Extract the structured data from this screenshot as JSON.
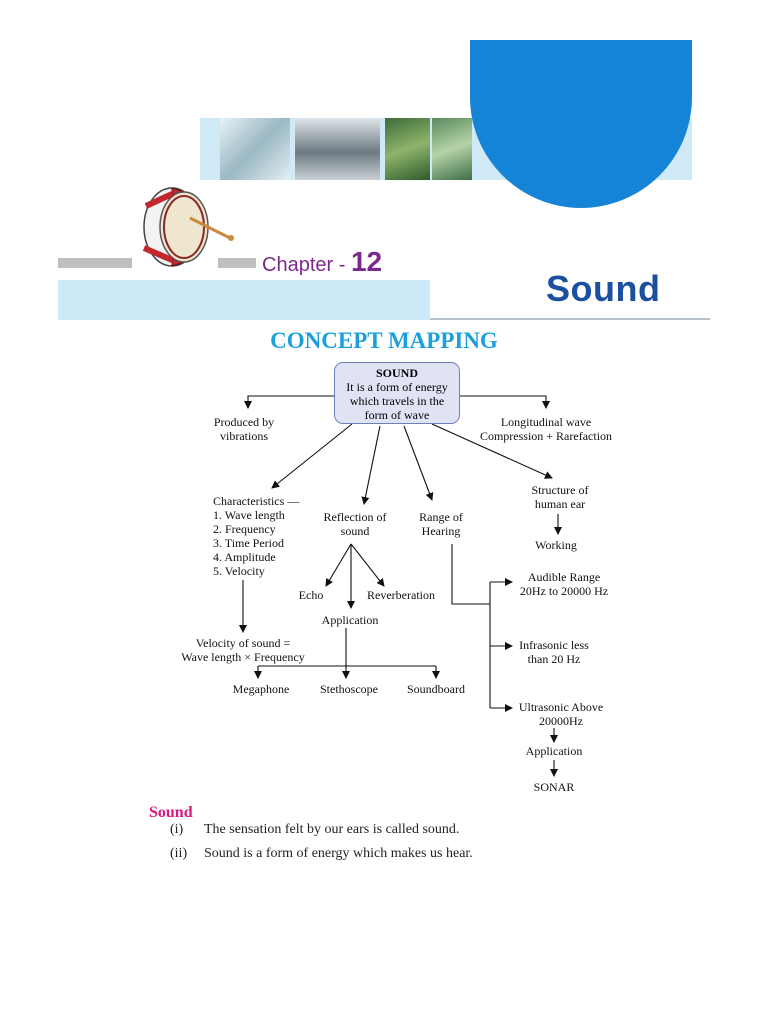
{
  "header": {
    "chapter_prefix": "Chapter -",
    "chapter_number": "12",
    "chapter_title": "Sound"
  },
  "concept_map": {
    "heading": "CONCEPT MAPPING",
    "root": {
      "title": "SOUND",
      "line1": "It is a form of energy",
      "line2": "which travels in the",
      "line3": "form of wave"
    },
    "produced": {
      "line1": "Produced by",
      "line2": "vibrations"
    },
    "longitudinal": {
      "line1": "Longitudinal wave",
      "line2": "Compression + Rarefaction"
    },
    "characteristics": {
      "title": "Characteristics —",
      "items": [
        "1. Wave length",
        "2. Frequency",
        "3. Time Period",
        "4. Amplitude",
        "5. Velocity"
      ]
    },
    "reflection": {
      "line1": "Reflection of",
      "line2": "sound"
    },
    "range": {
      "line1": "Range of",
      "line2": "Hearing"
    },
    "ear": {
      "line1": "Structure of",
      "line2": "human ear"
    },
    "working": "Working",
    "echo": "Echo",
    "reverberation": "Reverberation",
    "application1": "Application",
    "velocity_formula": {
      "line1": "Velocity of sound =",
      "line2": "Wave length × Frequency"
    },
    "applications": [
      "Megaphone",
      "Stethoscope",
      "Soundboard"
    ],
    "audible": {
      "line1": "Audible Range",
      "line2": "20Hz to 20000 Hz"
    },
    "infrasonic": {
      "line1": "Infrasonic less",
      "line2": "than 20 Hz"
    },
    "ultrasonic": {
      "line1": "Ultrasonic Above",
      "line2": "20000Hz"
    },
    "application2": "Application",
    "sonar": "SONAR"
  },
  "section": {
    "heading": "Sound",
    "points": [
      {
        "marker": "(i)",
        "text": "The sensation felt by our ears is called sound."
      },
      {
        "marker": "(ii)",
        "text": "Sound is a form of energy which makes us hear."
      }
    ]
  },
  "colors": {
    "title_blue": "#1b4fa0",
    "heading_cyan": "#1ba0dc",
    "chapter_purple": "#7a2a8c",
    "section_pink": "#d6187f"
  }
}
